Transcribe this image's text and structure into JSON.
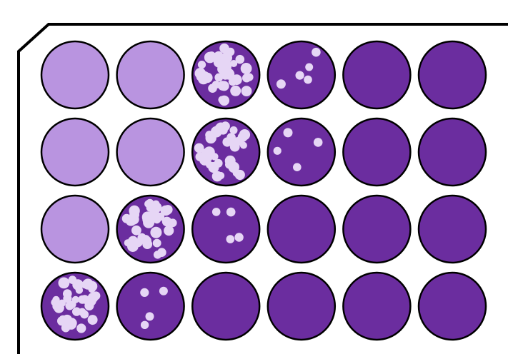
{
  "colors": {
    "background": "#ffffff",
    "plate_outline": "#000000",
    "clear_well": "#b994e0",
    "confluent_well": "#6b2d9f",
    "plaque": "#e6d6f5"
  },
  "plate": {
    "rows": 4,
    "columns": 6,
    "well_states": [
      [
        "clear",
        "clear",
        "many-plaques",
        "few-plaques",
        "confluent",
        "confluent"
      ],
      [
        "clear",
        "clear",
        "many-plaques",
        "few-plaques",
        "confluent",
        "confluent"
      ],
      [
        "clear",
        "many-plaques",
        "few-plaques",
        "confluent",
        "confluent",
        "confluent"
      ],
      [
        "many-plaques",
        "few-plaques",
        "confluent",
        "confluent",
        "confluent",
        "confluent"
      ]
    ]
  }
}
